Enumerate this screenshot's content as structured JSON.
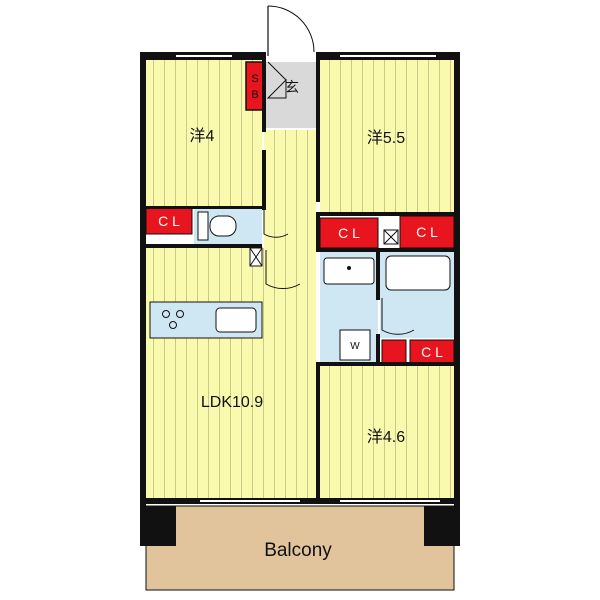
{
  "rooms": {
    "western_top_left": "洋4",
    "western_top_right": "洋5.5",
    "ldk": "LDK10.9",
    "western_bottom_right": "洋4.6",
    "balcony": "Balcony"
  },
  "closets": {
    "left": "C L",
    "center": "C L",
    "right_top": "C L",
    "right_bottom": "C L"
  },
  "entrance": {
    "label": "玄",
    "shoe_box": "S\nB",
    "shoe_box_top": "S",
    "shoe_box_bottom": "B"
  },
  "washer": "W",
  "colors": {
    "room_fill": "#fafaaf",
    "room_stripe": "#c9c98a",
    "wall": "#111111",
    "closet": "#e8141e",
    "wet_area": "#cfe6f3",
    "entrance_floor": "#d9d9d9",
    "balcony": "#e1c39c"
  }
}
